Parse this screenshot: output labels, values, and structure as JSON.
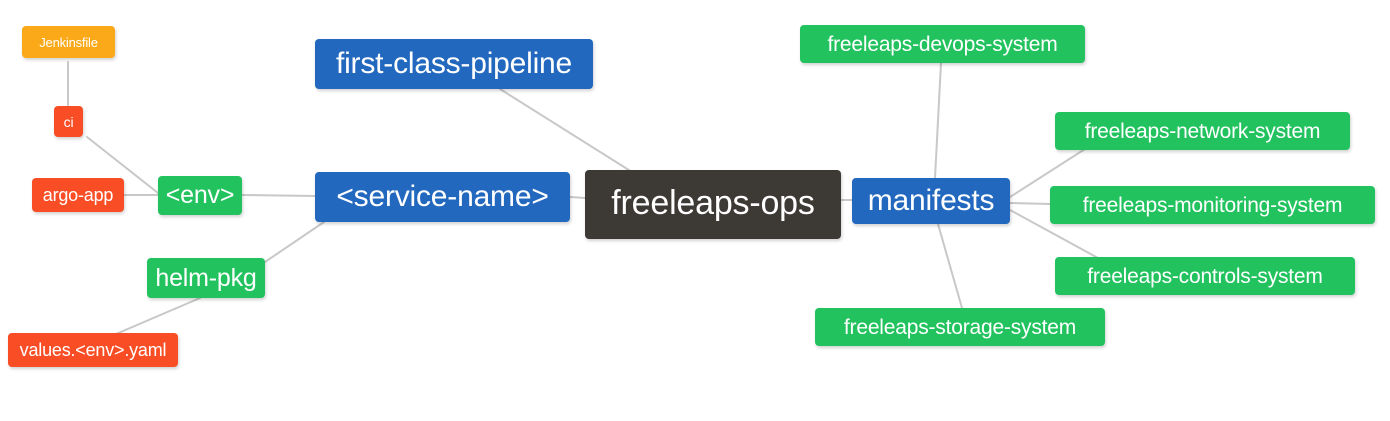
{
  "diagram": {
    "title": "freeleaps-ops",
    "type": "mindmap",
    "background": "#ffffff",
    "link_color": "#c8c8c8",
    "palette": {
      "root": "#3d3935",
      "blue": "#2268be",
      "green": "#22c35e",
      "orange": "#fba919",
      "red": "#f94e25"
    }
  },
  "nodes": {
    "root": {
      "label": "freeleaps-ops",
      "color": "#3d3935"
    },
    "service_name": {
      "label": "<service-name>",
      "color": "#2268be"
    },
    "first_class_pipeline": {
      "label": "first-class-pipeline",
      "color": "#2268be"
    },
    "env": {
      "label": "<env>",
      "color": "#22c35e"
    },
    "ci": {
      "label": "ci",
      "color": "#f94e25"
    },
    "jenkinsfile": {
      "label": "Jenkinsfile",
      "color": "#fba919"
    },
    "argo_app": {
      "label": "argo-app",
      "color": "#f94e25"
    },
    "helm_pkg": {
      "label": "helm-pkg",
      "color": "#22c35e"
    },
    "values_yaml": {
      "label": "values.<env>.yaml",
      "color": "#f94e25"
    },
    "manifests": {
      "label": "manifests",
      "color": "#2268be"
    },
    "devops_system": {
      "label": "freeleaps-devops-system",
      "color": "#22c35e"
    },
    "network_system": {
      "label": "freeleaps-network-system",
      "color": "#22c35e"
    },
    "monitoring_system": {
      "label": "freeleaps-monitoring-system",
      "color": "#22c35e"
    },
    "controls_system": {
      "label": "freeleaps-controls-system",
      "color": "#22c35e"
    },
    "storage_system": {
      "label": "freeleaps-storage-system",
      "color": "#22c35e"
    }
  },
  "edges": [
    {
      "from": "root",
      "to": "service_name"
    },
    {
      "from": "root",
      "to": "first_class_pipeline"
    },
    {
      "from": "root",
      "to": "manifests"
    },
    {
      "from": "service_name",
      "to": "env"
    },
    {
      "from": "service_name",
      "to": "helm_pkg"
    },
    {
      "from": "env",
      "to": "ci"
    },
    {
      "from": "env",
      "to": "argo_app"
    },
    {
      "from": "ci",
      "to": "jenkinsfile"
    },
    {
      "from": "helm_pkg",
      "to": "values_yaml"
    },
    {
      "from": "manifests",
      "to": "devops_system"
    },
    {
      "from": "manifests",
      "to": "network_system"
    },
    {
      "from": "manifests",
      "to": "monitoring_system"
    },
    {
      "from": "manifests",
      "to": "controls_system"
    },
    {
      "from": "manifests",
      "to": "storage_system"
    }
  ]
}
